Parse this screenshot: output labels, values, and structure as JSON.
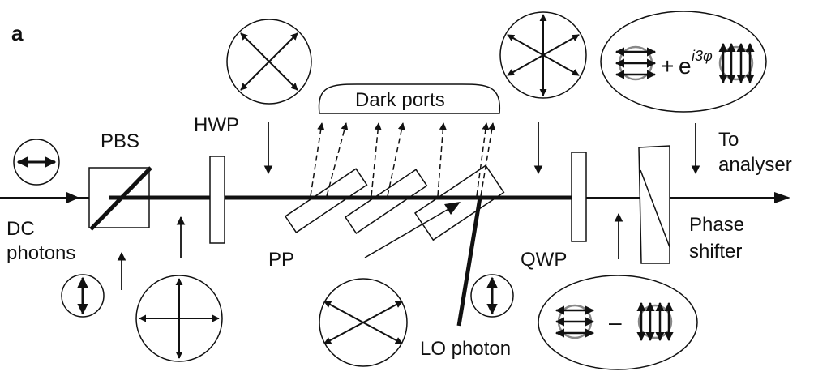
{
  "panel_label": "a",
  "labels": {
    "pbs": "PBS",
    "hwp": "HWP",
    "dark_ports": "Dark ports",
    "to": "To",
    "analyser": "analyser",
    "dc": "DC",
    "photons": "photons",
    "pp": "PP",
    "qwp": "QWP",
    "phase": "Phase",
    "shifter": "shifter",
    "lo_photon": "LO photon"
  },
  "states": {
    "plus": "+",
    "minus": "–",
    "exp_base": "e",
    "exp_power": "i3φ"
  }
}
